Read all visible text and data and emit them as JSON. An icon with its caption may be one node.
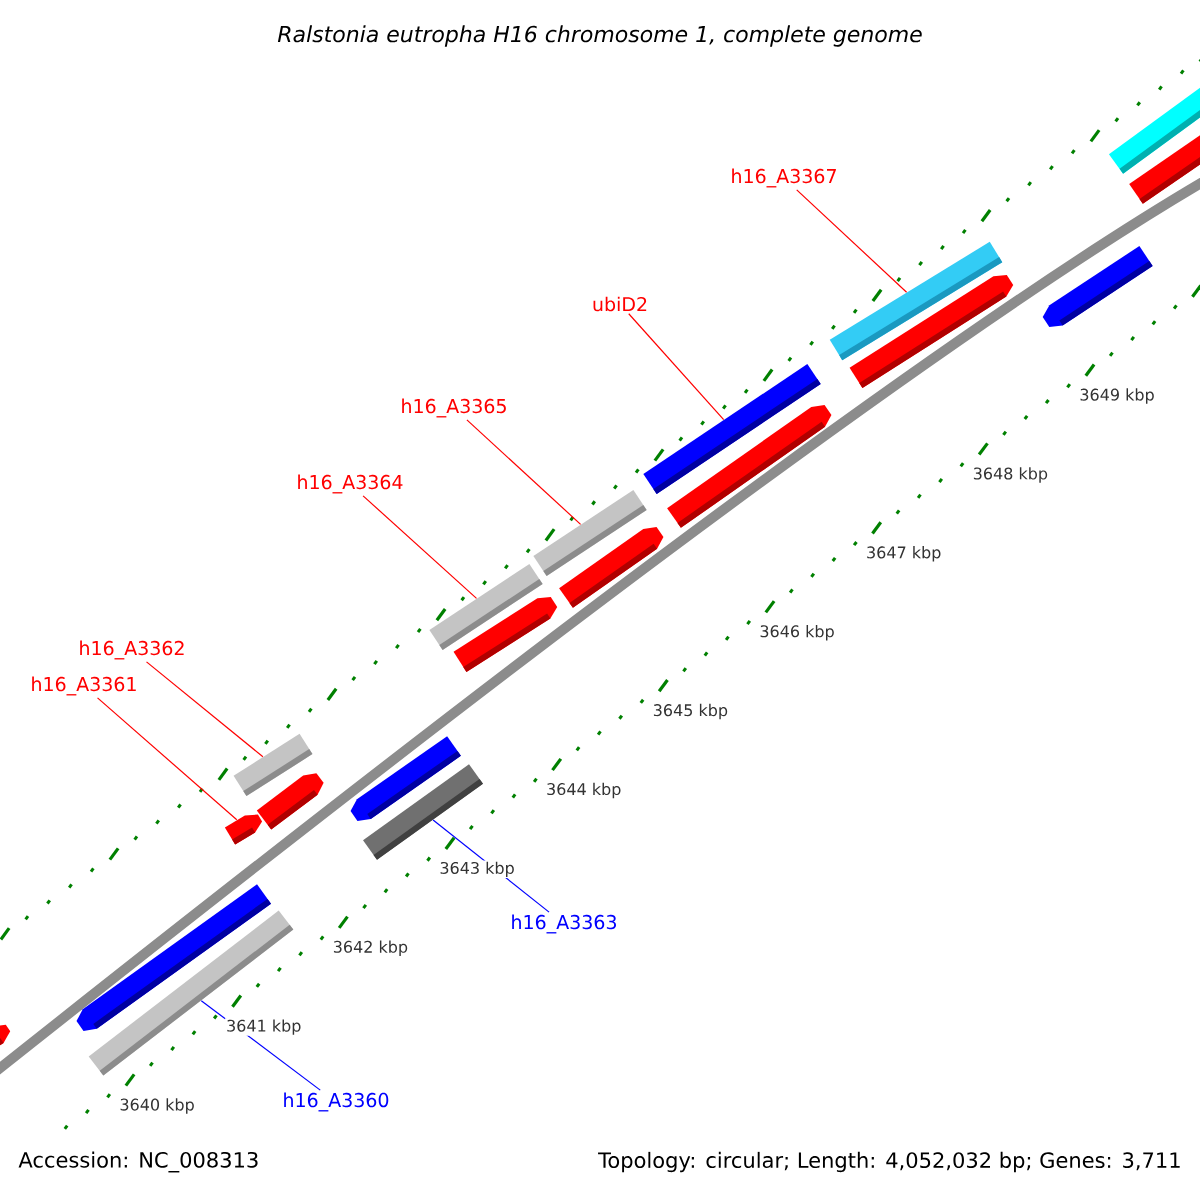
{
  "diagram": {
    "title": "Ralstonia eutropha H16 chromosome 1, complete genome",
    "nodes": [
      {
        "text": [],
        "shape": "bar"
      },
      {
        "text": [],
        "shape": "bar"
      },
      {
        "text": [],
        "shape": "bar"
      },
      {
        "text": [],
        "shape": "bar"
      },
      {
        "text": [],
        "shape": "bar"
      },
      {
        "text": [],
        "shape": "bar"
      },
      {
        "text": [],
        "shape": "bar"
      },
      {
        "text": [],
        "shape": "bar"
      },
      {
        "text": [],
        "shape": "bar"
      },
      {
        "text": [],
        "shape": "bar"
      },
      {
        "text": [],
        "shape": "bar"
      },
      {
        "text": [],
        "shape": "bar"
      },
      {
        "text": [],
        "shape": "bar"
      },
      {
        "text": [],
        "shape": "bar"
      },
      {
        "text": [],
        "shape": "bar"
      },
      {
        "text": [],
        "shape": "bar"
      },
      {
        "text": [],
        "shape": "bar"
      },
      {
        "text": [],
        "shape": "bar"
      },
      {
        "text": [],
        "shape": "bar"
      },
      {
        "text": [
          "h16_A3367"
        ]
      },
      {
        "text": [
          "ubiD2"
        ]
      },
      {
        "text": [
          "h16_A3365"
        ]
      },
      {
        "text": [
          "h16_A3364"
        ]
      },
      {
        "text": [
          "h16_A3362"
        ]
      },
      {
        "text": [
          "h16_A3361"
        ]
      },
      {
        "text": [
          "h16_A3363"
        ]
      },
      {
        "text": [
          "h16_A3360"
        ]
      }
    ],
    "edges": [
      {
        "from": 19,
        "to": 14,
        "arrow": "none"
      },
      {
        "from": 20,
        "to": 12,
        "arrow": "none"
      },
      {
        "from": 21,
        "to": 10,
        "arrow": "none"
      },
      {
        "from": 22,
        "to": 8,
        "arrow": "none"
      },
      {
        "from": 23,
        "to": 4,
        "arrow": "none"
      },
      {
        "from": 24,
        "to": 3,
        "arrow": "none"
      },
      {
        "from": 25,
        "to": 7,
        "arrow": "none",
        "color": "#0000ff"
      },
      {
        "from": 26,
        "to": 2,
        "arrow": "none",
        "color": "#0000ff"
      }
    ],
    "labels": [
      "3649 kbp",
      "3648 kbp",
      "3647 kbp",
      "3646 kbp",
      "3645 kbp",
      "3644 kbp",
      "3643 kbp",
      "3642 kbp",
      "3641 kbp",
      "3640 kbp",
      "Accession: NC_008313",
      "Topology: circular; Length: 4,052,032 bp; Genes: 3,711"
    ]
  }
}
